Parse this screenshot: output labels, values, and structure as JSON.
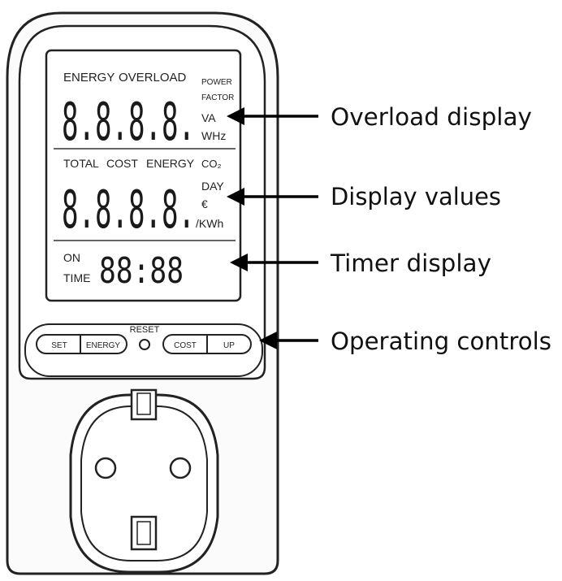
{
  "device": {
    "panel_top": {
      "label_energy": "ENERGY",
      "label_overload": "OVERLOAD",
      "label_power": "POWER",
      "label_factor": "FACTOR",
      "label_va": "VA",
      "label_whz": "WHz",
      "digits": "8.8.8.8."
    },
    "panel_middle": {
      "label_total": "TOTAL",
      "label_cost": "COST",
      "label_energy": "ENERGY",
      "label_co2": "CO₂",
      "label_day": "DAY",
      "label_euro": "€",
      "label_kwh": "/KWh",
      "digits": "8.8.8.8."
    },
    "panel_timer": {
      "label_on": "ON",
      "label_time": "TIME",
      "digits": "88:88"
    },
    "controls": {
      "reset_label": "RESET",
      "set_label": "SET",
      "energy_label": "ENERGY",
      "cost_label": "COST",
      "up_label": "UP"
    }
  },
  "callouts": {
    "overload_display": "Overload display",
    "display_values": "Display values",
    "timer_display": "Timer display",
    "operating_controls": "Operating controls"
  }
}
